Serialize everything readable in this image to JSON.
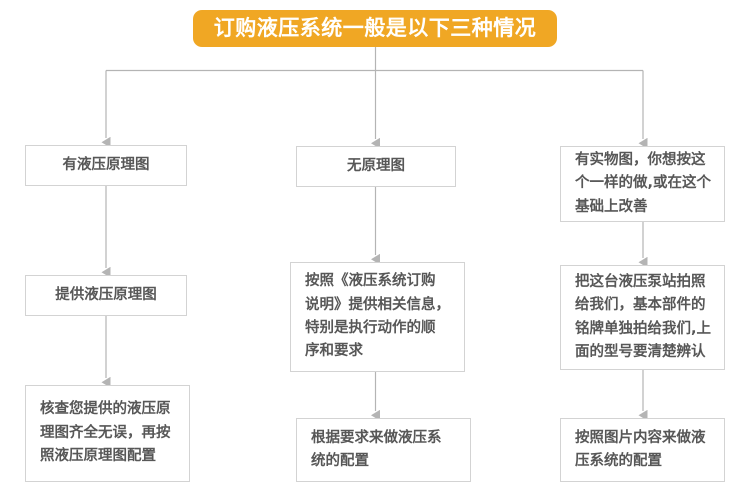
{
  "banner": {
    "title": "订购液压系统一般是以下三种情况",
    "bg_color": "#f0a724",
    "text_color": "#ffffff"
  },
  "theme": {
    "box_border_color": "#d3d3d3",
    "box_text_color": "#575757",
    "connector_color": "#b4b4b4",
    "page_background": "#ffffff"
  },
  "columns": [
    {
      "id": "column-1",
      "nodes": [
        {
          "id": "node-1-1",
          "text": "有液压原理图"
        },
        {
          "id": "node-1-2",
          "text": "提供液压原理图"
        },
        {
          "id": "node-1-3",
          "lines": [
            "核查您提供的液压原",
            "理图齐全无误，再按",
            "照液压原理图配置"
          ]
        }
      ]
    },
    {
      "id": "column-2",
      "nodes": [
        {
          "id": "node-2-1",
          "text": "无原理图"
        },
        {
          "id": "node-2-2",
          "lines": [
            "按照《液压系统订购",
            "说明》提供相关信息，",
            "特别是执行动作的顺",
            "序和要求"
          ]
        },
        {
          "id": "node-2-3",
          "lines": [
            "根据要求来做液压系",
            "统的配置"
          ]
        }
      ]
    },
    {
      "id": "column-3",
      "nodes": [
        {
          "id": "node-3-1",
          "lines": [
            "有实物图，你想按这",
            "个一样的做,或在这个",
            "基础上改善"
          ]
        },
        {
          "id": "node-3-2",
          "lines": [
            "把这台液压泵站拍照",
            "给我们，基本部件的",
            "铭牌单独拍给我们,上",
            "面的型号要清楚辨认"
          ]
        },
        {
          "id": "node-3-3",
          "lines": [
            "按照图片内容来做液",
            "压系统的配置"
          ]
        }
      ]
    }
  ],
  "connectors": {
    "icon": "arrow-down-icon",
    "count": 9
  }
}
